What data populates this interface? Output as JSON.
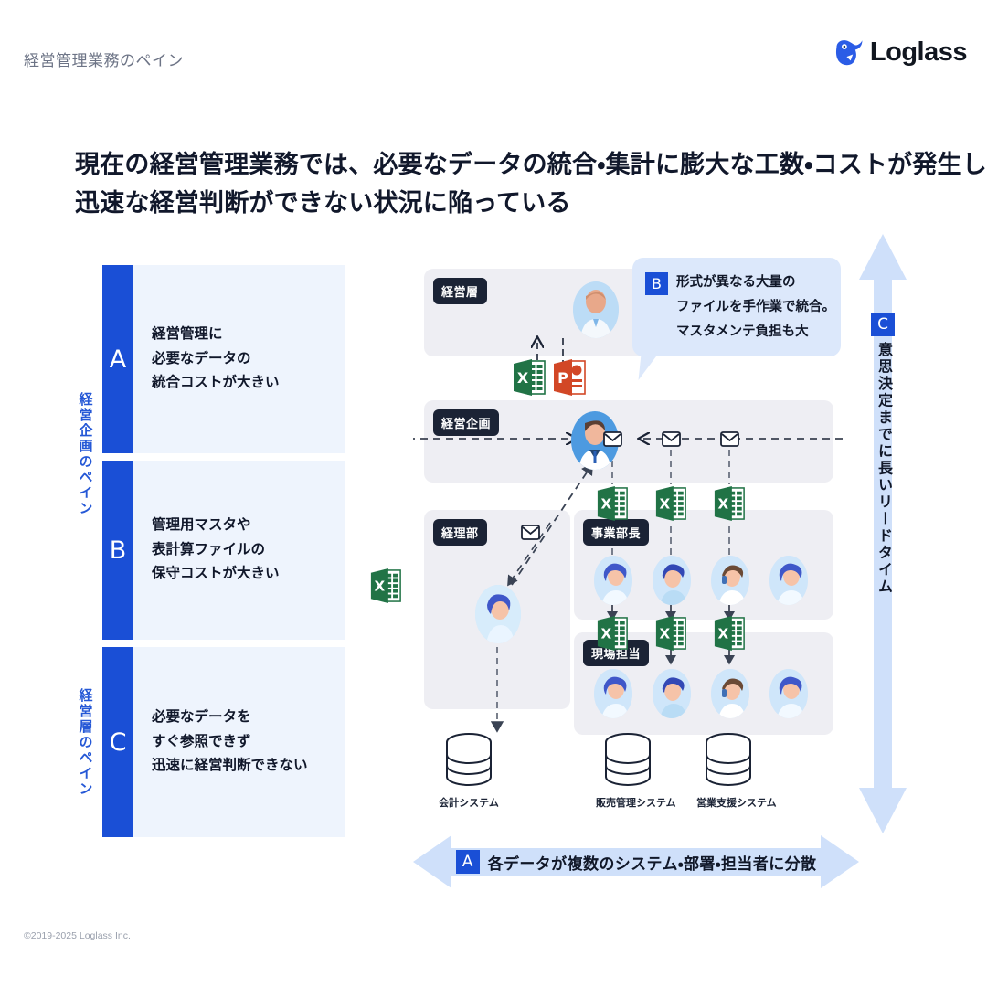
{
  "header": {
    "title": "経営管理業務のペイン",
    "logo_text": "Loglass",
    "logo_icon": "whale-icon",
    "brand_color": "#2b5ce6"
  },
  "headline": {
    "line1": "現在の経営管理業務では、必要なデータの統合・集計に膨大な工数・コストが発生しており、",
    "line2": "迅速な経営判断ができない状況に陥っている"
  },
  "pain_table": {
    "axis_labels": [
      {
        "text": "経営企画のペイン",
        "covers": "A,B"
      },
      {
        "text": "経営層のペイン",
        "covers": "C"
      }
    ],
    "rows": [
      {
        "badge": "A",
        "lines": [
          "経営管理に",
          "必要なデータの",
          "統合コストが大きい"
        ]
      },
      {
        "badge": "B",
        "lines": [
          "管理用マスタや",
          "表計算ファイルの",
          "保守コストが大きい"
        ]
      },
      {
        "badge": "C",
        "lines": [
          "必要なデータを",
          "すぐ参照できず",
          "迅速に経営判断できない"
        ]
      }
    ],
    "badge_color": "#1a4fd6",
    "body_color": "#eef4fd"
  },
  "callout_b": {
    "badge": "B",
    "lines": [
      "形式が異なる大量の",
      "ファイルを手作業で統合。",
      "マスタメンテ負担も大"
    ],
    "bg_color": "#dce8fb"
  },
  "vertical_arrow_c": {
    "badge": "C",
    "text": "意思決定までに長いリードタイム",
    "arrow_color": "#cfe0fa",
    "direction": "double-vertical"
  },
  "bottom_arrow_a": {
    "badge": "A",
    "text": "各データが複数のシステム・部署・担当者に分散",
    "arrow_color": "#cfe0fa",
    "direction": "double-horizontal"
  },
  "diagram": {
    "zone_labels": [
      "経営層",
      "経営企画",
      "経理部",
      "事業部長",
      "現場担当"
    ],
    "file_icons": [
      {
        "name": "excel-icon",
        "letter": "X",
        "color": "#217346"
      },
      {
        "name": "powerpoint-icon",
        "letter": "P",
        "color": "#d24726"
      }
    ],
    "mail_icon": "envelope-icon",
    "databases": [
      {
        "label": "会計システム"
      },
      {
        "label": "販売管理システム"
      },
      {
        "label": "営業支援システム"
      }
    ]
  },
  "footer": {
    "copyright": "©2019-2025 Loglass Inc."
  }
}
